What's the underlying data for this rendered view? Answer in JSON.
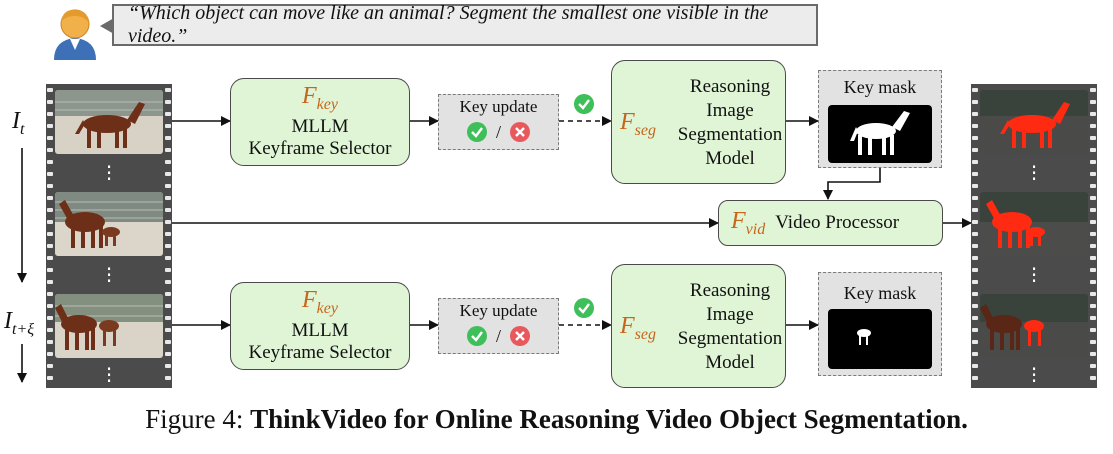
{
  "query": "“Which object can move like an animal? Segment the smallest one visible in the video.”",
  "time_labels": {
    "top_base": "I",
    "top_sub": "t",
    "bottom_base": "I",
    "bottom_sub": "t+ξ"
  },
  "keyframe_selector": {
    "symbol": "F",
    "sub": "key",
    "line1": "MLLM",
    "line2": "Keyframe Selector"
  },
  "key_update": {
    "label": "Key update",
    "slash": "/"
  },
  "segmentation_model": {
    "symbol": "F",
    "sub": "seg",
    "line1": "Reasoning",
    "line2": "Image",
    "line3": "Segmentation",
    "line4": "Model"
  },
  "key_mask": {
    "label": "Key mask"
  },
  "video_processor": {
    "symbol": "F",
    "sub": "vid",
    "label": "Video Processor"
  },
  "caption": {
    "prefix": "Figure 4: ",
    "title": "ThinkVideo for Online Reasoning Video Object Segmentation."
  },
  "colors": {
    "box_fill": "#dff5d6",
    "symbol": "#c8651b",
    "check": "#3fbf5a",
    "cross": "#e8595e",
    "mask_red": "#ff2a12"
  },
  "icons": [
    "user-icon",
    "check-icon",
    "cross-icon",
    "horse-icon"
  ]
}
